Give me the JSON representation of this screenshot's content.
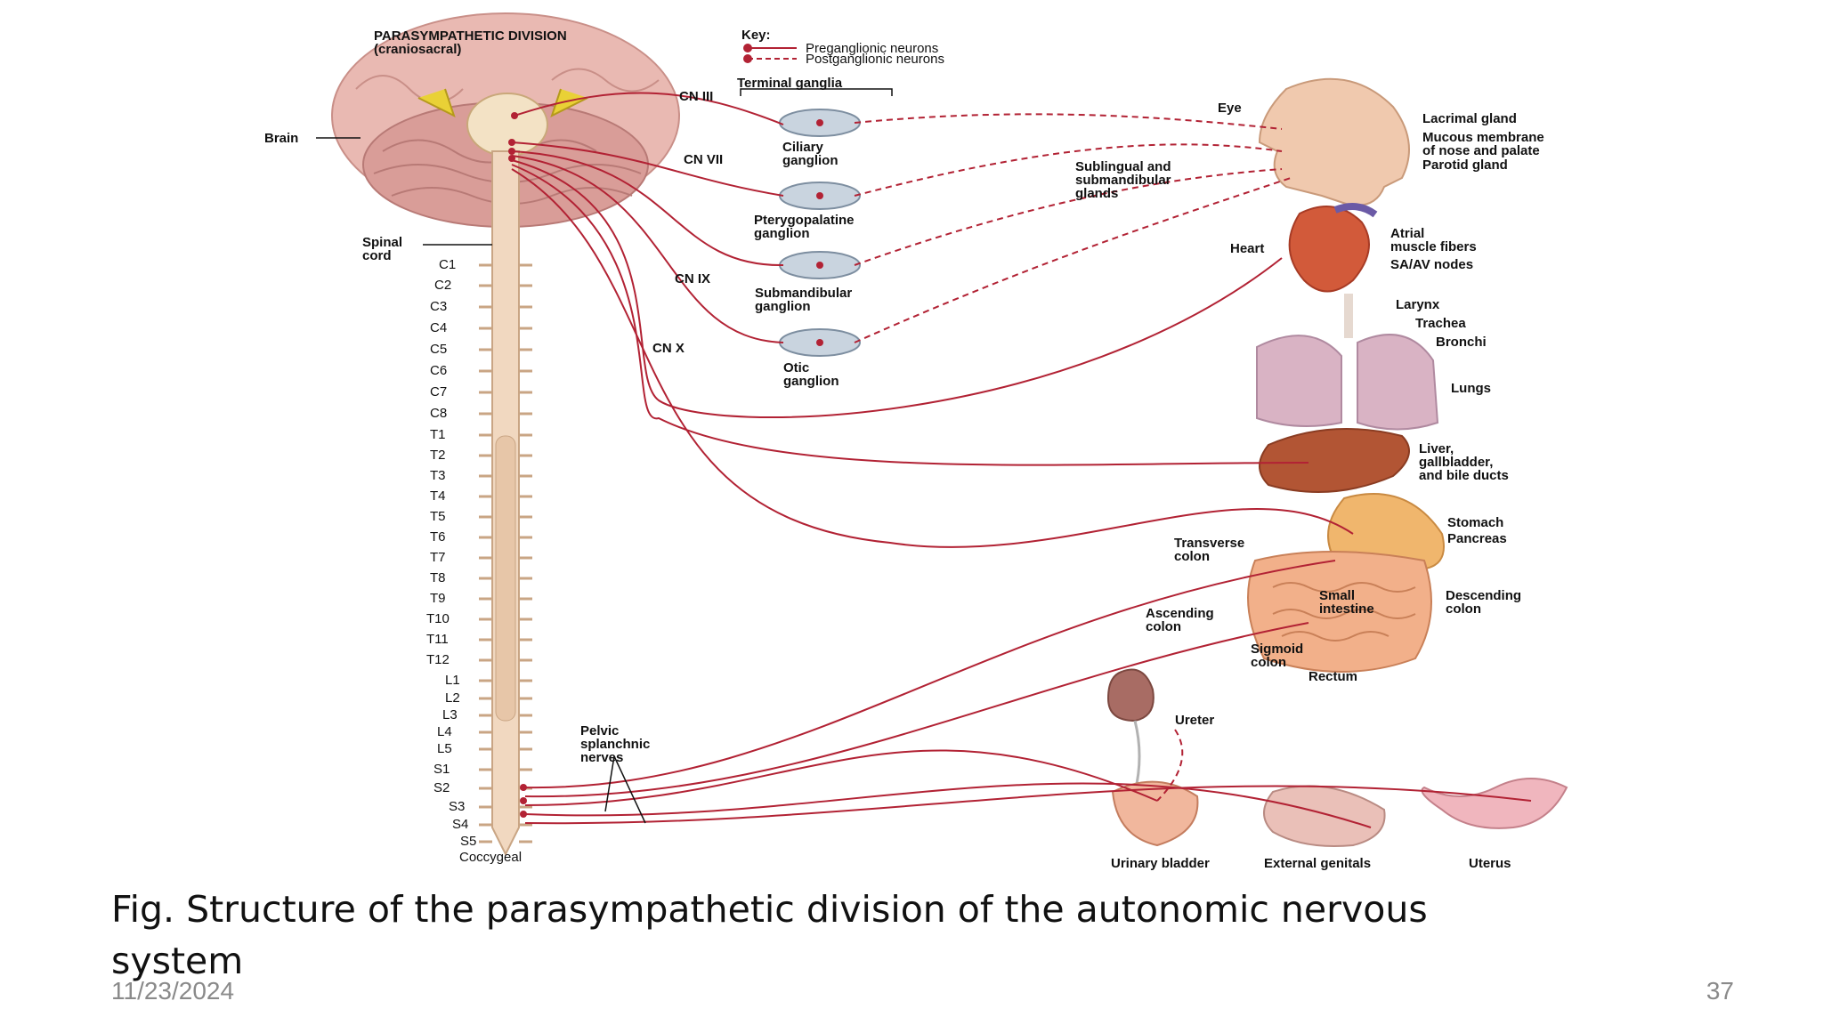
{
  "figure": {
    "heading": "PARASYMPATHETIC DIVISION\n(craniosacral)",
    "key": {
      "title": "Key:",
      "preganglionic": "Preganglionic neurons",
      "postganglionic": "Postganglionic neurons"
    },
    "terminal_ganglia": "Terminal ganglia",
    "brain": "Brain",
    "spinal_cord": "Spinal\ncord",
    "nerves": {
      "cn3": "CN III",
      "cn7": "CN VII",
      "cn9": "CN IX",
      "cn10": "CN X",
      "pelvic": "Pelvic\nsplanchnic\nnerves"
    },
    "ganglia": {
      "ciliary": "Ciliary\nganglion",
      "pterygopalatine": "Pterygopalatine\nganglion",
      "submandibular": "Submandibular\nganglion",
      "otic": "Otic\nganglion"
    },
    "vertebrae": [
      "C1",
      "C2",
      "C3",
      "C4",
      "C5",
      "C6",
      "C7",
      "C8",
      "T1",
      "T2",
      "T3",
      "T4",
      "T5",
      "T6",
      "T7",
      "T8",
      "T9",
      "T10",
      "T11",
      "T12",
      "L1",
      "L2",
      "L3",
      "L4",
      "L5",
      "S1",
      "S2",
      "S3",
      "S4",
      "S5",
      "Coccygeal"
    ],
    "organs": {
      "eye": "Eye",
      "lacrimal": "Lacrimal gland",
      "mucous": "Mucous membrane\nof nose and palate",
      "parotid": "Parotid gland",
      "sublingual": "Sublingual and\nsubmandibular\nglands",
      "heart": "Heart",
      "atrial": "Atrial\nmuscle fibers",
      "sa_av": "SA/AV nodes",
      "larynx": "Larynx",
      "trachea": "Trachea",
      "bronchi": "Bronchi",
      "lungs": "Lungs",
      "liver": "Liver,\ngallbladder,\nand bile ducts",
      "stomach": "Stomach",
      "pancreas": "Pancreas",
      "transverse_colon": "Transverse\ncolon",
      "small_intestine": "Small\nintestine",
      "descending_colon": "Descending\ncolon",
      "ascending_colon": "Ascending\ncolon",
      "sigmoid_colon": "Sigmoid\ncolon",
      "rectum": "Rectum",
      "ureter": "Ureter",
      "urinary_bladder": "Urinary bladder",
      "external_genitals": "External genitals",
      "uterus": "Uterus"
    }
  },
  "caption": "Fig. Structure of the parasympathetic division of the autonomic nervous system",
  "footer": {
    "date": "11/23/2024",
    "page": "37"
  },
  "colors": {
    "nerve": "#b22234",
    "cord": "#f1d8c0",
    "brain": "#e8b9b0",
    "ganglion": "#c9d4df"
  }
}
